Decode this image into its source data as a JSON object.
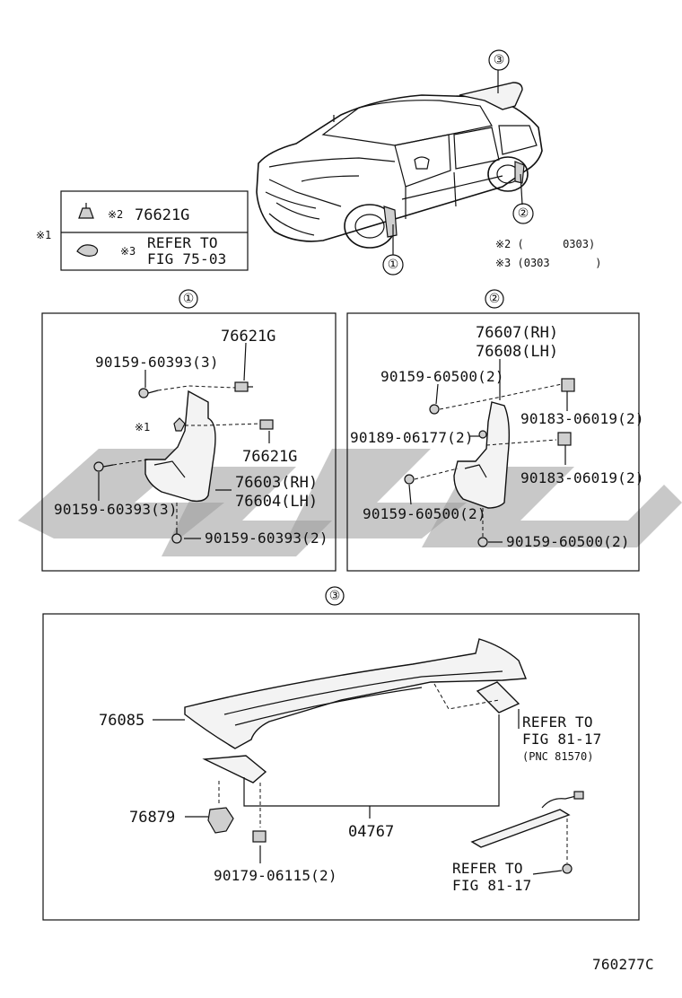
{
  "legend": {
    "group_mark": "※1",
    "row1": {
      "mark": "※2",
      "part": "76621G"
    },
    "row2": {
      "mark": "※3",
      "line1": "REFER TO",
      "line2": "FIG 75-03"
    }
  },
  "car": {
    "callouts": [
      "③",
      "①",
      "②"
    ]
  },
  "applicability": {
    "note2": "※2 (      0303)",
    "note3": "※3 (0303       )"
  },
  "panel1": {
    "marker": "①",
    "labels": {
      "a": "76621G",
      "b": "90159-60393(3)",
      "c": "※1",
      "d": "76621G",
      "e": "76603(RH)",
      "f": "76604(LH)",
      "g": "90159-60393(3)",
      "h": "90159-60393(2)"
    }
  },
  "panel2": {
    "marker": "②",
    "labels": {
      "a": "76607(RH)",
      "b": "76608(LH)",
      "c": "90159-60500(2)",
      "d": "90183-06019(2)",
      "e": "90189-06177(2)",
      "f": "90183-06019(2)",
      "g": "90159-60500(2)",
      "h": "90159-60500(2)"
    }
  },
  "panel3": {
    "marker": "③",
    "labels": {
      "a": "76085",
      "b": "REFER TO",
      "c": "FIG 81-17",
      "d": "(PNC 81570)",
      "e": "76879",
      "f": "04767",
      "g": "90179-06115(2)",
      "h": "REFER TO",
      "i": "FIG 81-17"
    }
  },
  "figure_code": "760277C"
}
